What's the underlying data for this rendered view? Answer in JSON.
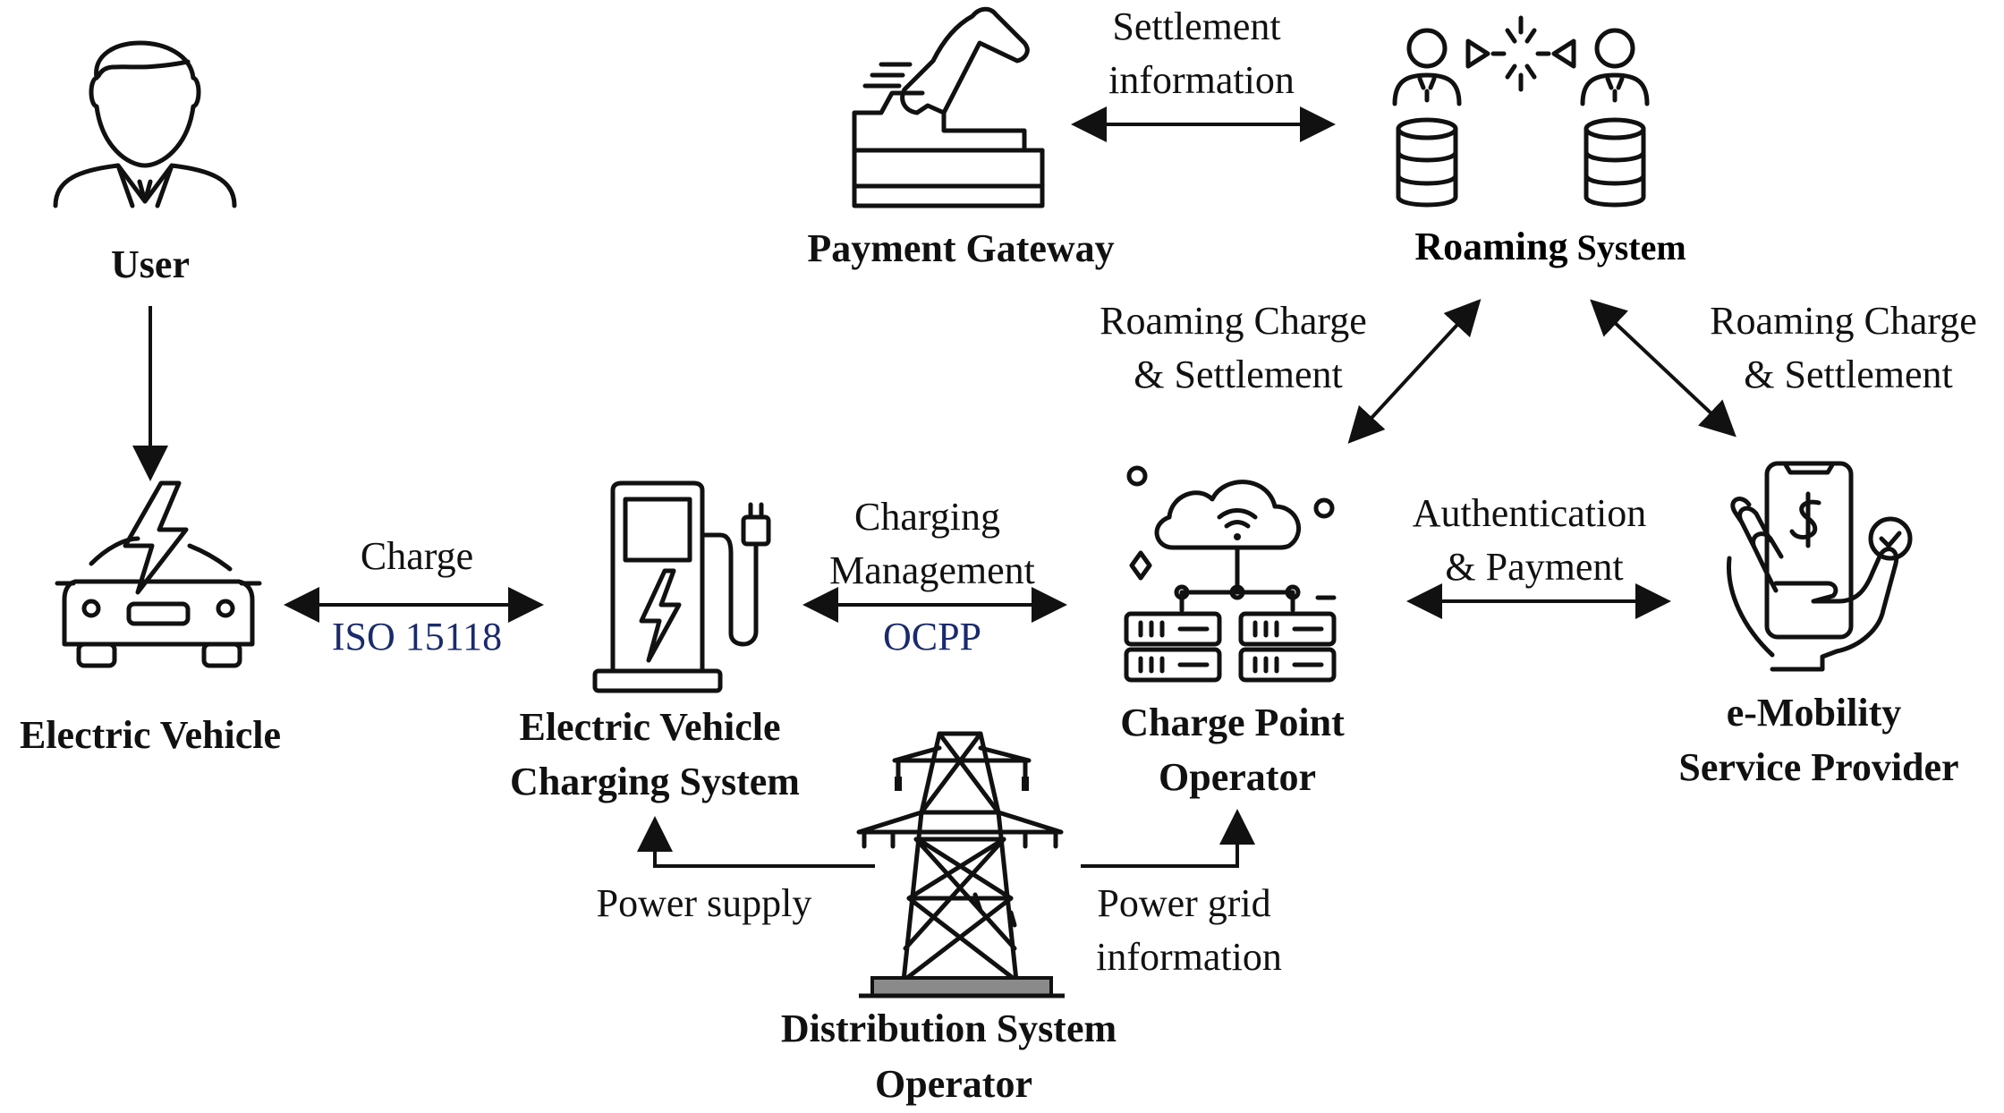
{
  "colors": {
    "protocol": "#1a2a6c",
    "ink": "#111111",
    "base": "#8a8a8a"
  },
  "nodes": {
    "user": {
      "label": "User",
      "icon": "user-icon"
    },
    "ev": {
      "label": "Electric Vehicle",
      "icon": "car-lightning-icon"
    },
    "evcs": {
      "label_line1": "Electric Vehicle",
      "label_line2": "Charging System",
      "icon": "charging-station-icon"
    },
    "cpo": {
      "label_line1": "Charge Point",
      "label_line2": "Operator",
      "icon": "cloud-server-icon"
    },
    "emsp": {
      "label_line1": "e-Mobility",
      "label_line2": "Service Provider",
      "icon": "hand-phone-payment-icon"
    },
    "payment": {
      "label": "Payment Gateway",
      "icon": "cash-register-icon"
    },
    "roaming": {
      "label_bold": "Roaming",
      "label_rest": " System",
      "icon": "roaming-people-database-icon"
    },
    "dso": {
      "label_line1": "Distribution System",
      "label_line2": "Operator",
      "icon": "power-tower-icon"
    }
  },
  "edges": {
    "ev_evcs": {
      "line1": "Charge",
      "protocol": "ISO 15118"
    },
    "evcs_cpo": {
      "line1": "Charging",
      "line2": "Management",
      "protocol": "OCPP"
    },
    "cpo_emsp": {
      "line1": "Authentication",
      "line2": "& Payment"
    },
    "payment_roaming": {
      "line1": "Settlement",
      "line2": "information"
    },
    "roaming_cpo": {
      "line1": "Roaming Charge",
      "line2": "& Settlement"
    },
    "roaming_emsp": {
      "line1": "Roaming Charge",
      "line2": "& Settlement"
    },
    "dso_evcs": {
      "line1": "Power supply"
    },
    "dso_cpo": {
      "line1": "Power grid",
      "line2": "information"
    }
  }
}
